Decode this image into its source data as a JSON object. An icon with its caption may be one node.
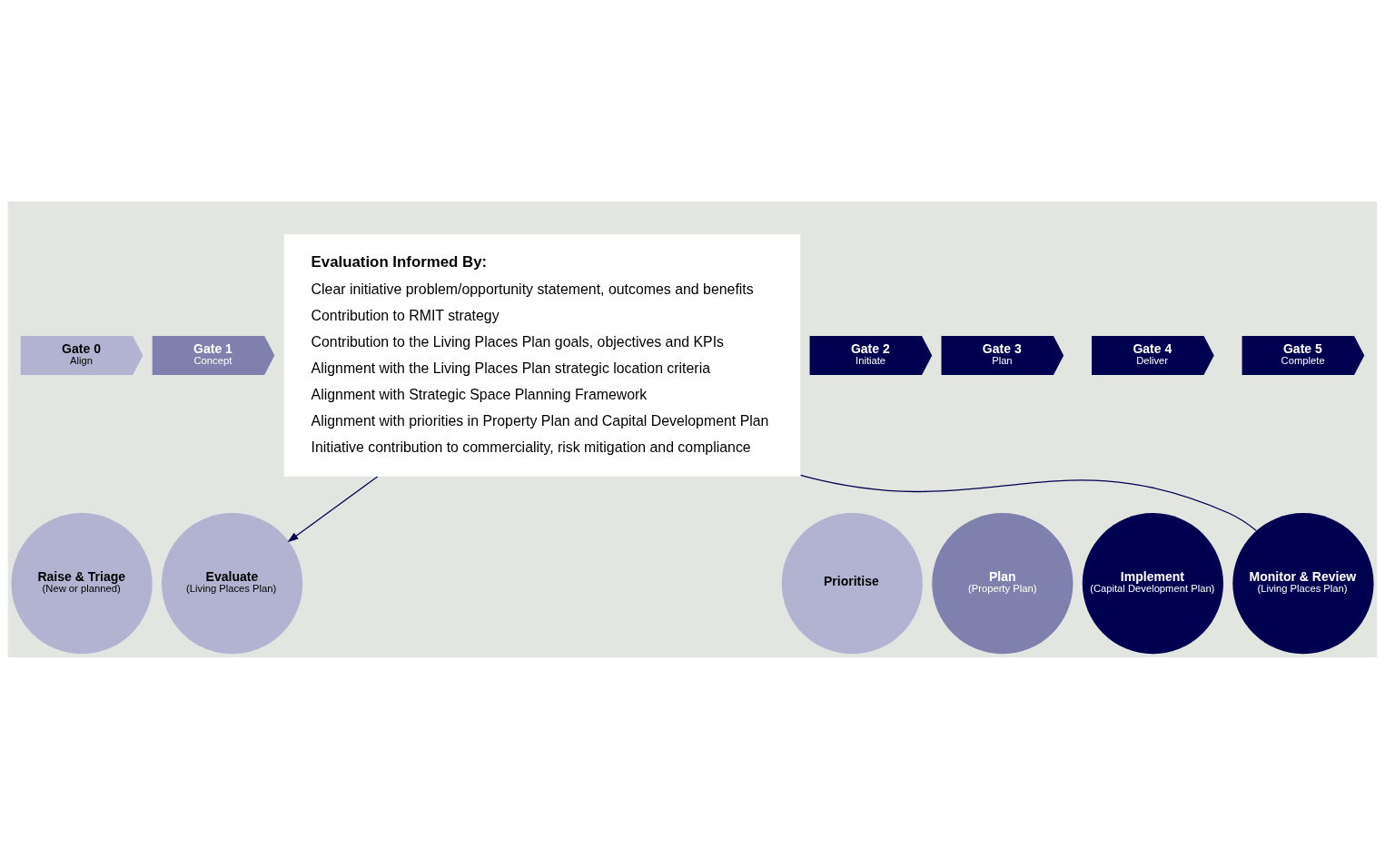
{
  "diagram": {
    "nodes": [
      {
        "text": [
          "Gate 0",
          "Align"
        ]
      },
      {
        "text": [
          "Gate 1",
          "Concept"
        ]
      },
      {
        "text": [
          "Gate 2",
          "Initiate"
        ]
      },
      {
        "text": [
          "Gate 3",
          "Plan"
        ]
      },
      {
        "text": [
          "Gate 4",
          "Deliver"
        ]
      },
      {
        "text": [
          "Gate 5",
          "Complete"
        ]
      },
      {
        "text": [
          "Raise & Triage",
          "(New or planned)"
        ]
      },
      {
        "text": [
          "Evaluate",
          "(Living Places Plan)"
        ]
      },
      {
        "text": [
          "Prioritise"
        ]
      },
      {
        "text": [
          "Plan",
          "(Property Plan)"
        ]
      },
      {
        "text": [
          "Implement",
          "(Capital Development Plan)"
        ]
      },
      {
        "text": [
          "Monitor & Review",
          "(Living Places Plan)"
        ]
      },
      {
        "text": [
          "Evaluation Informed By:",
          "Clear initiative problem/opportunity statement, outcomes and benefits",
          "Contribution to RMIT strategy",
          "Contribution to the Living Places Plan goals, objectives and KPIs",
          "Alignment with the Living Places Plan strategic location criteria",
          "Alignment with Strategic Space Planning Framework",
          "Alignment with priorities in Property Plan and Capital Development Plan",
          "Initiative contribution to commerciality, risk mitigation and compliance"
        ]
      }
    ],
    "edges": [
      {
        "from": 12,
        "to": 7,
        "arrow": "to"
      },
      {
        "from": 12,
        "to": 11,
        "arrow": "none"
      }
    ]
  }
}
